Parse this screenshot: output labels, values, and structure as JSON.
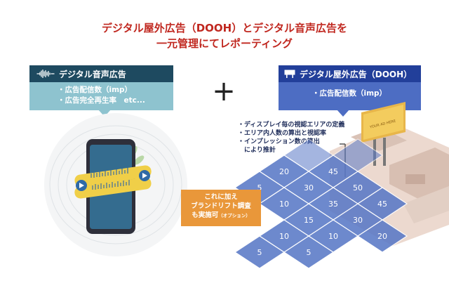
{
  "title": {
    "line1": "デジタル屋外広告（DOOH）とデジタル音声広告を",
    "line2": "一元管理にてレポーティング"
  },
  "left_panel": {
    "heading": "デジタル音声広告",
    "items": [
      "・広告配信数（imp）",
      "・広告完全再生率　etc..."
    ],
    "icon": "waveform-icon"
  },
  "right_panel": {
    "heading": "デジタル屋外広告（DOOH）",
    "items": [
      "・広告配信数（imp）"
    ],
    "icon": "billboard-icon"
  },
  "plus_sign": "+",
  "dooh_notes": [
    "・ディスプレイ毎の視認エリアの定義",
    "・エリア内人数の算出と視認率",
    "・インプレッション数の算出",
    "　により推計"
  ],
  "brand_lift": {
    "line1": "これに加え",
    "line2": "ブランドリフト調査",
    "line3": "も実施可",
    "note": "（オプション）"
  },
  "billboard_text": "YOUR AD HERE",
  "grid_cells": [
    {
      "value": "20"
    },
    {
      "value": "45"
    },
    {
      "value": "5"
    },
    {
      "value": "30"
    },
    {
      "value": "50"
    },
    {
      "value": "10"
    },
    {
      "value": "35"
    },
    {
      "value": "45"
    },
    {
      "value": "15"
    },
    {
      "value": "30"
    },
    {
      "value": "10"
    },
    {
      "value": "10"
    },
    {
      "value": "20"
    },
    {
      "value": "5"
    },
    {
      "value": "5"
    }
  ],
  "colors": {
    "title": "#c0271f",
    "audio_head": "#1e4a60",
    "audio_body": "#8ec3cf",
    "dooh_head": "#223f9a",
    "dooh_body": "#4d6dc3",
    "grid_cell": "#5a79c7",
    "brand_lift": "#e9973a"
  }
}
